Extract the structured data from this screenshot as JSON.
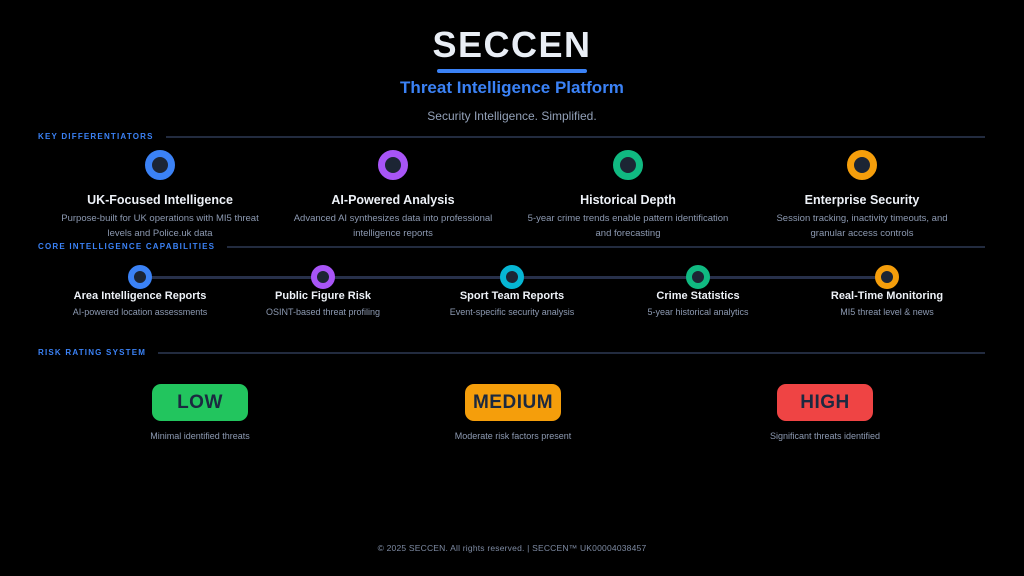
{
  "header": {
    "brand": "SECCEN",
    "subtitle": "Threat Intelligence Platform",
    "tagline": "Security Intelligence. Simplified.",
    "accent": "#3b82f6"
  },
  "sections": {
    "differentiators": {
      "label": "KEY DIFFERENTIATORS",
      "items": [
        {
          "title": "UK-Focused Intelligence",
          "description": "Purpose-built for UK operations with MI5 threat levels and Police.uk data",
          "color": "#3b82f6"
        },
        {
          "title": "AI-Powered Analysis",
          "description": "Advanced AI synthesizes data into professional intelligence reports",
          "color": "#a855f7"
        },
        {
          "title": "Historical Depth",
          "description": "5-year crime trends enable pattern identification and forecasting",
          "color": "#10b981"
        },
        {
          "title": "Enterprise Security",
          "description": "Session tracking, inactivity timeouts, and granular access controls",
          "color": "#f59e0b"
        }
      ]
    },
    "capabilities": {
      "label": "CORE INTELLIGENCE CAPABILITIES",
      "items": [
        {
          "title": "Area Intelligence Reports",
          "description": "AI-powered location assessments",
          "color": "#3b82f6"
        },
        {
          "title": "Public Figure Risk",
          "description": "OSINT-based threat profiling",
          "color": "#a855f7"
        },
        {
          "title": "Sport Team Reports",
          "description": "Event-specific security analysis",
          "color": "#06b6d4"
        },
        {
          "title": "Crime Statistics",
          "description": "5-year historical analytics",
          "color": "#10b981"
        },
        {
          "title": "Real-Time Monitoring",
          "description": "MI5 threat level & news",
          "color": "#f59e0b"
        }
      ]
    },
    "risk": {
      "label": "RISK RATING SYSTEM",
      "levels": [
        {
          "badge": "LOW",
          "caption": "Minimal identified threats",
          "color": "#22c55e"
        },
        {
          "badge": "MEDIUM",
          "caption": "Moderate risk factors present",
          "color": "#f59e0b"
        },
        {
          "badge": "HIGH",
          "caption": "Significant threats identified",
          "color": "#ef4444"
        }
      ]
    }
  },
  "footer": {
    "text": "© 2025 SECCEN. All rights reserved.  |  SECCEN™ UK00004038457"
  }
}
